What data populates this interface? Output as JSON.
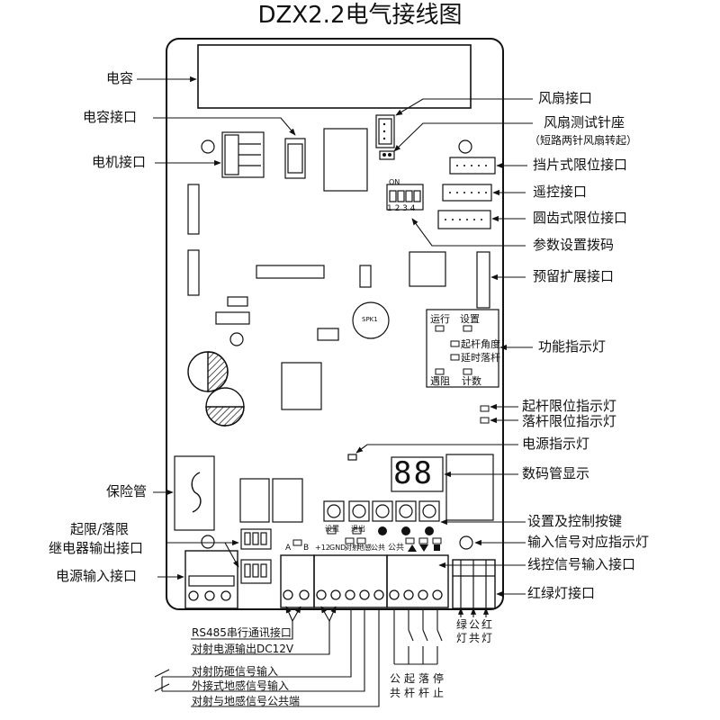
{
  "title": "DZX2.2电气接线图",
  "labels": {
    "capacitor": "电容",
    "capacitor_port": "电容接口",
    "motor_port": "电机接口",
    "fan_port": "风扇接口",
    "fan_test_pin": "风扇测试针座",
    "fan_test_note": "（短路两针风扇转起）",
    "shutter_limit_port": "挡片式限位接口",
    "remote_port": "遥控接口",
    "gear_limit_port": "圆齿式限位接口",
    "param_dip_switch": "参数设置拨码",
    "reserved_ext_port": "预留扩展接口",
    "function_indicator": "功能指示灯",
    "raise_limit_indicator": "起杆限位指示灯",
    "lower_limit_indicator": "落杆限位指示灯",
    "power_indicator": "电源指示灯",
    "digital_display": "数码管显示",
    "setting_control_keys": "设置及控制按键",
    "input_signal_indicator": "输入信号对应指示灯",
    "wire_control_input": "线控信号输入接口",
    "traffic_light_port": "红绿灯接口",
    "fuse": "保险管",
    "relay_output_line1": "起限/落限",
    "relay_output_line2": "继电器输出接口",
    "power_input_port": "电源输入接口",
    "rs485": "RS485串行通讯接口",
    "dc12v": "对射电源输出DC12V",
    "anti_smash": "对射防砸信号输入",
    "ground_sense": "外接式地感信号输入",
    "common_terminal": "对射与地感信号公共端"
  },
  "board": {
    "dip": {
      "on": "ON",
      "nums": "1 2 3 4"
    },
    "spk": "SPK1",
    "indicators": {
      "run": "运行",
      "set": "设置",
      "raise_angle": "起杆角度",
      "delay_lower": "延时落杆",
      "blocked": "遇阻",
      "count": "计数"
    },
    "display_digits": "88",
    "buttons": {
      "set": "设置",
      "exit": "退出"
    },
    "terminal_labels": {
      "a": "A",
      "b": "B",
      "plus12": "+12",
      "gnd": "GND",
      "dui_she": "对射",
      "di_gan": "地感",
      "gong_gong": "公共"
    },
    "traffic": {
      "green": "绿",
      "common": "公",
      "red": "红",
      "lamp1": "灯",
      "common2": "共",
      "lamp2": "灯"
    },
    "switches": {
      "common": "公",
      "raise": "起",
      "lower": "落",
      "stop": "停",
      "common2": "共",
      "rod1": "杆",
      "rod2": "杆",
      "stop2": "止"
    }
  }
}
